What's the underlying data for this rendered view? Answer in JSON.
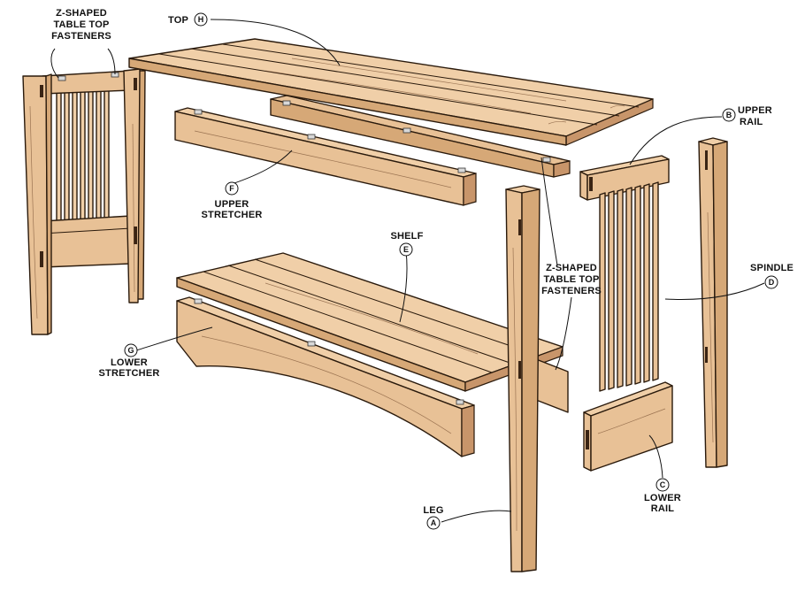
{
  "parts": [
    {
      "id": "top",
      "letter": "H",
      "label_lines": [
        "TOP"
      ]
    },
    {
      "id": "upper-rail",
      "letter": "B",
      "label_lines": [
        "UPPER",
        "RAIL"
      ]
    },
    {
      "id": "upper-stretcher",
      "letter": "F",
      "label_lines": [
        "UPPER",
        "STRETCHER"
      ]
    },
    {
      "id": "shelf",
      "letter": "E",
      "label_lines": [
        "SHELF"
      ]
    },
    {
      "id": "spindle",
      "letter": "D",
      "label_lines": [
        "SPINDLE"
      ]
    },
    {
      "id": "lower-stretcher",
      "letter": "G",
      "label_lines": [
        "LOWER",
        "STRETCHER"
      ]
    },
    {
      "id": "lower-rail",
      "letter": "C",
      "label_lines": [
        "LOWER",
        "RAIL"
      ]
    },
    {
      "id": "leg",
      "letter": "A",
      "label_lines": [
        "LEG"
      ]
    }
  ],
  "callouts": [
    {
      "id": "fasteners-left",
      "label_lines": [
        "Z-SHAPED",
        "TABLE TOP",
        "FASTENERS"
      ]
    },
    {
      "id": "fasteners-center",
      "label_lines": [
        "Z-SHAPED",
        "TABLE TOP",
        "FASTENERS"
      ]
    }
  ]
}
